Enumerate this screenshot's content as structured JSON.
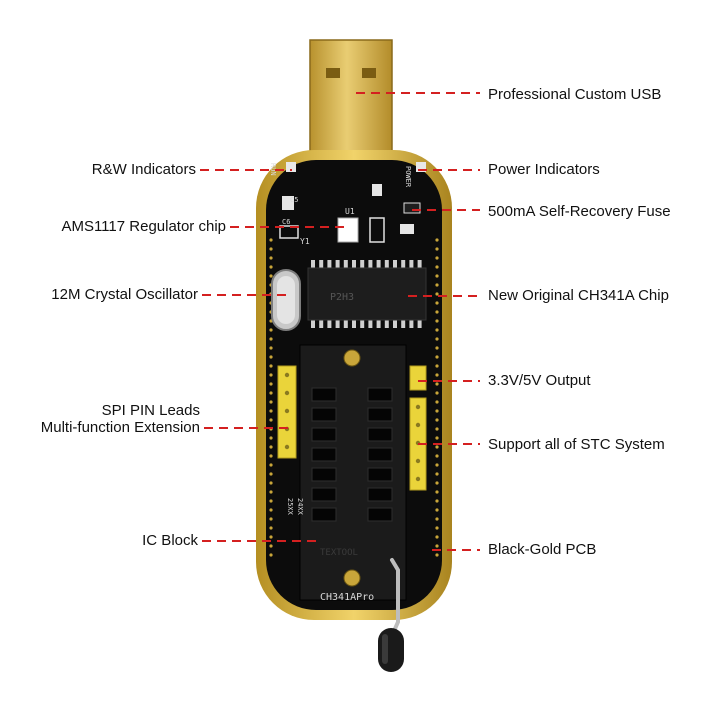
{
  "labels_left": [
    {
      "key": "rw",
      "text": "R&W Indicators"
    },
    {
      "key": "ams",
      "text": "AMS1117 Regulator chip"
    },
    {
      "key": "crystal",
      "text": "12M Crystal Oscillator"
    },
    {
      "key": "spi1",
      "text": "SPI PIN Leads"
    },
    {
      "key": "spi2",
      "text": "Multi-function Extension"
    },
    {
      "key": "ic",
      "text": "IC Block"
    }
  ],
  "labels_right": [
    {
      "key": "usb",
      "text": "Professional Custom USB"
    },
    {
      "key": "power",
      "text": "Power Indicators"
    },
    {
      "key": "fuse",
      "text": "500mA Self-Recovery Fuse"
    },
    {
      "key": "ch341",
      "text": "New Original CH341A Chip"
    },
    {
      "key": "output",
      "text": "3.3V/5V Output"
    },
    {
      "key": "stc",
      "text": "Support all of STC System"
    },
    {
      "key": "pcb",
      "text": "Black-Gold PCB"
    }
  ],
  "board_text": {
    "chip_marking": "P2H3",
    "board_name": "CH341APro",
    "silk_25xx": "25XX",
    "silk_24xx": "24XX",
    "silk_run": "RUN",
    "silk_power": "POWER",
    "silk_u1": "U1",
    "silk_y1": "Y1",
    "silk_c5": "C5",
    "silk_c6": "C6",
    "zif_marking": "TEXTOOL"
  },
  "colors": {
    "callout_line": "#d42020",
    "pcb_black": "#0c0c0c",
    "pcb_gold": "#d4b53a",
    "usb_gold": "#d8b64a",
    "header_yellow": "#ead43a",
    "socket_black": "#1b1b1b"
  }
}
